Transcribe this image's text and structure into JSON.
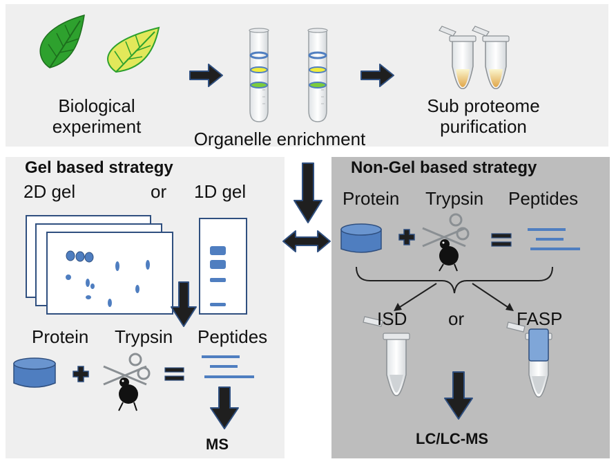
{
  "top": {
    "step1_line1": "Biological",
    "step1_line2": "experiment",
    "step2": "Organelle enrichment",
    "step3_line1": "Sub proteome",
    "step3_line2": "purification"
  },
  "gel": {
    "title": "Gel based strategy",
    "gel2d_label": "2D gel",
    "or_label": "or",
    "gel1d_label": "1D gel",
    "protein": "Protein",
    "trypsin": "Trypsin",
    "peptides": "Peptides",
    "output": "MS"
  },
  "nongel": {
    "title": "Non-Gel based strategy",
    "protein": "Protein",
    "trypsin": "Trypsin",
    "peptides": "Peptides",
    "option_a": "ISD",
    "or_label": "or",
    "option_b": "FASP",
    "output": "LC/LC-MS"
  },
  "colors": {
    "panel_light": "#efefef",
    "panel_dark": "#bdbdbd",
    "protein_blue": "#4f7ec0",
    "arrow_fill": "#1f1f1f",
    "arrow_outline": "#2f4f7f",
    "leaf_dark": "#2ea12e",
    "leaf_yellow": "#e2e85a"
  }
}
